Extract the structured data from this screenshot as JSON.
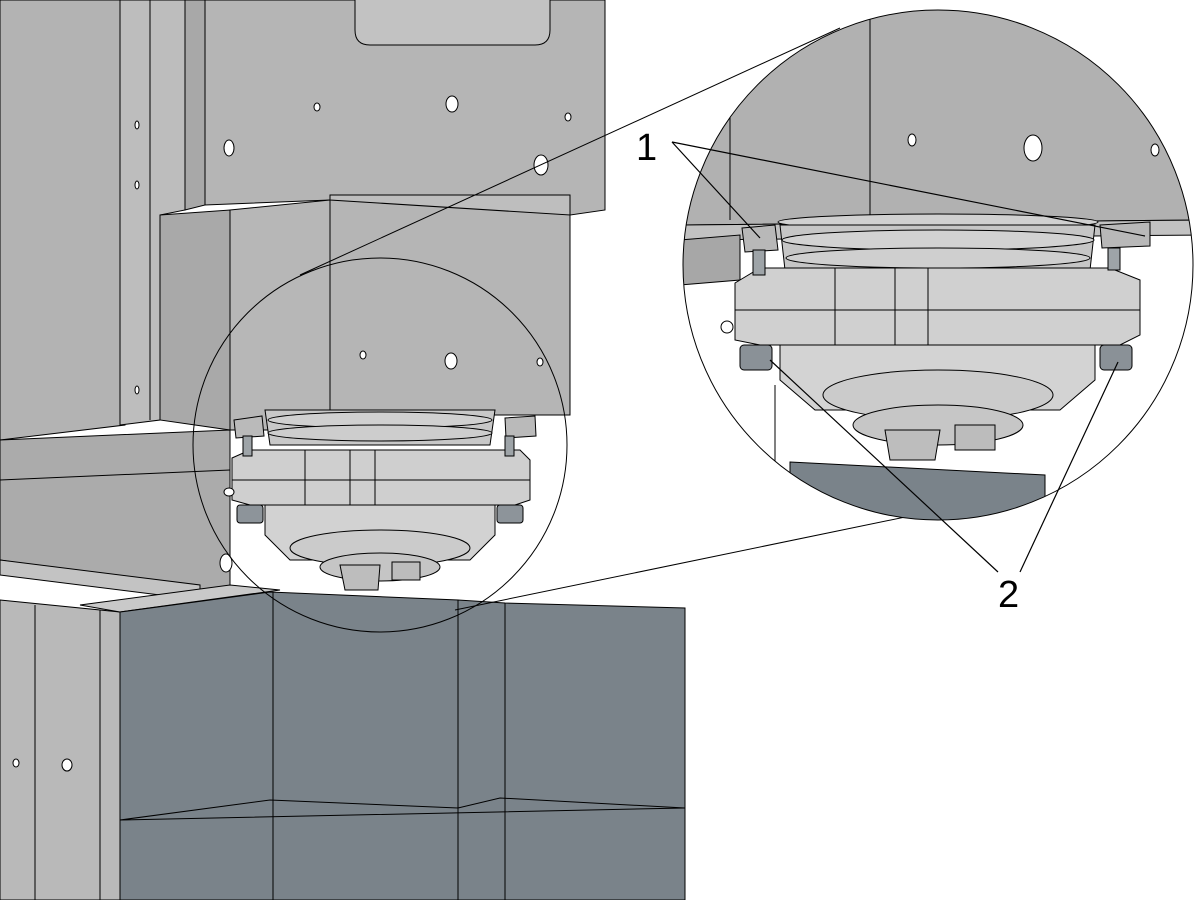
{
  "callouts": [
    {
      "id": "1",
      "label": "1"
    },
    {
      "id": "2",
      "label": "2"
    }
  ],
  "colors": {
    "housing": "#b5b5b5",
    "housing_dark": "#a9a9a9",
    "housing_light": "#c6c6c6",
    "spindle": "#cccccc",
    "fixture": "#7a838a",
    "outline": "#000000",
    "hole": "#ffffff"
  }
}
